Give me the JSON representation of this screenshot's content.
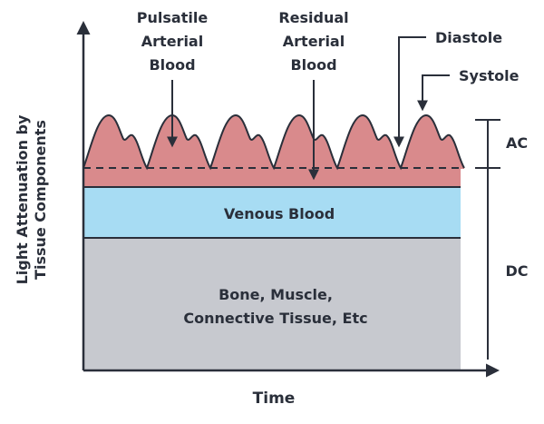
{
  "axes": {
    "y_label_line1": "Light Attenuation by",
    "y_label_line2": "Tissue Components",
    "x_label": "Time"
  },
  "annotations": {
    "pulsatile": [
      "Pulsatile",
      "Arterial",
      "Blood"
    ],
    "residual": [
      "Residual",
      "Arterial",
      "Blood"
    ],
    "diastole": "Diastole",
    "systole": "Systole"
  },
  "layers": {
    "venous": "Venous Blood",
    "tissue_line1": "Bone, Muscle,",
    "tissue_line2": "Connective Tissue, Etc"
  },
  "brackets": {
    "ac": "AC",
    "dc": "DC"
  },
  "colors": {
    "arterial_fill": "#d98a8c",
    "venous_fill": "#a7dcf3",
    "tissue_fill": "#c7c9cf",
    "stroke": "#2a2f3a"
  }
}
